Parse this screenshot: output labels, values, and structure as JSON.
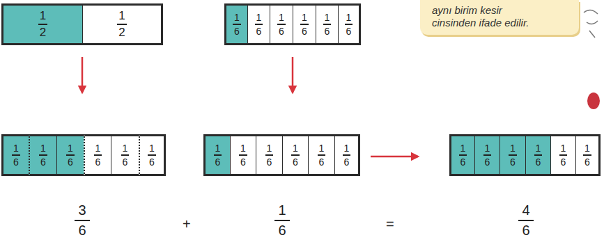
{
  "diagram": {
    "nodes": [
      {
        "text": [
          "1",
          "2"
        ]
      },
      {
        "text": [
          "1",
          "2"
        ]
      },
      {
        "text": [
          "1",
          "6"
        ]
      },
      {
        "text": [
          "1",
          "6"
        ]
      },
      {
        "text": [
          "1",
          "6"
        ]
      },
      {
        "text": [
          "1",
          "6"
        ]
      },
      {
        "text": [
          "1",
          "6"
        ]
      },
      {
        "text": [
          "1",
          "6"
        ]
      },
      {
        "text": [
          "aynı birim kesir cinsinden ifade edilir."
        ]
      },
      {
        "text": [
          "1",
          "6"
        ]
      },
      {
        "text": [
          "1",
          "6"
        ]
      },
      {
        "text": [
          "1",
          "6"
        ]
      },
      {
        "text": [
          "1",
          "6"
        ]
      },
      {
        "text": [
          "1",
          "6"
        ]
      },
      {
        "text": [
          "1",
          "6"
        ]
      },
      {
        "text": [
          "1",
          "6"
        ]
      },
      {
        "text": [
          "1",
          "6"
        ]
      },
      {
        "text": [
          "1",
          "6"
        ]
      },
      {
        "text": [
          "1",
          "6"
        ]
      },
      {
        "text": [
          "1",
          "6"
        ]
      },
      {
        "text": [
          "1",
          "6"
        ]
      },
      {
        "text": [
          "1",
          "6"
        ]
      },
      {
        "text": [
          "1",
          "6"
        ]
      },
      {
        "text": [
          "1",
          "6"
        ]
      },
      {
        "text": [
          "1",
          "6"
        ]
      },
      {
        "text": [
          "1",
          "6"
        ]
      },
      {
        "text": [
          "1",
          "6"
        ]
      }
    ],
    "labels": [
      "3",
      "6",
      "+",
      "1",
      "6",
      "=",
      "4",
      "6"
    ]
  }
}
